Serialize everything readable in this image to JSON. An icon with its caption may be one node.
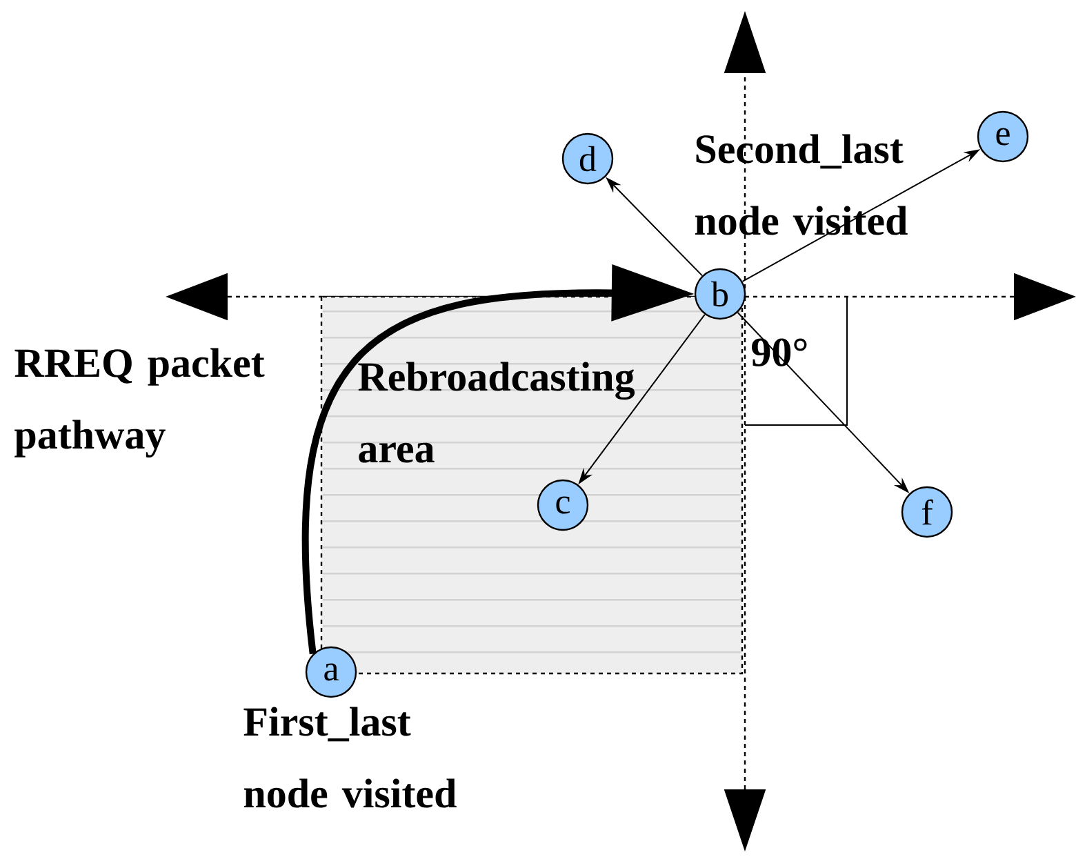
{
  "diagram": {
    "nodes": [
      {
        "text": [
          "Rebroadcasting area"
        ]
      },
      {
        "text": [
          "d"
        ]
      },
      {
        "text": [
          "e"
        ]
      },
      {
        "text": [
          "b"
        ],
        "beside": [
          "Second_last node visited"
        ]
      },
      {
        "text": [
          "c"
        ],
        "in": 0
      },
      {
        "text": [
          "f"
        ]
      },
      {
        "text": [
          "a"
        ],
        "beside": [
          "First_last node visited"
        ]
      }
    ],
    "edges": [
      {
        "from": 6,
        "to": 3,
        "arrow": "to",
        "style": "thick"
      },
      {
        "from": 3,
        "to": 1,
        "arrow": "to"
      },
      {
        "from": 3,
        "to": 2,
        "arrow": "to"
      },
      {
        "from": 3,
        "to": 4,
        "arrow": "to"
      },
      {
        "from": 3,
        "to": 5,
        "arrow": "to"
      }
    ],
    "labels": [
      "RREQ packet pathway",
      "90°"
    ]
  }
}
